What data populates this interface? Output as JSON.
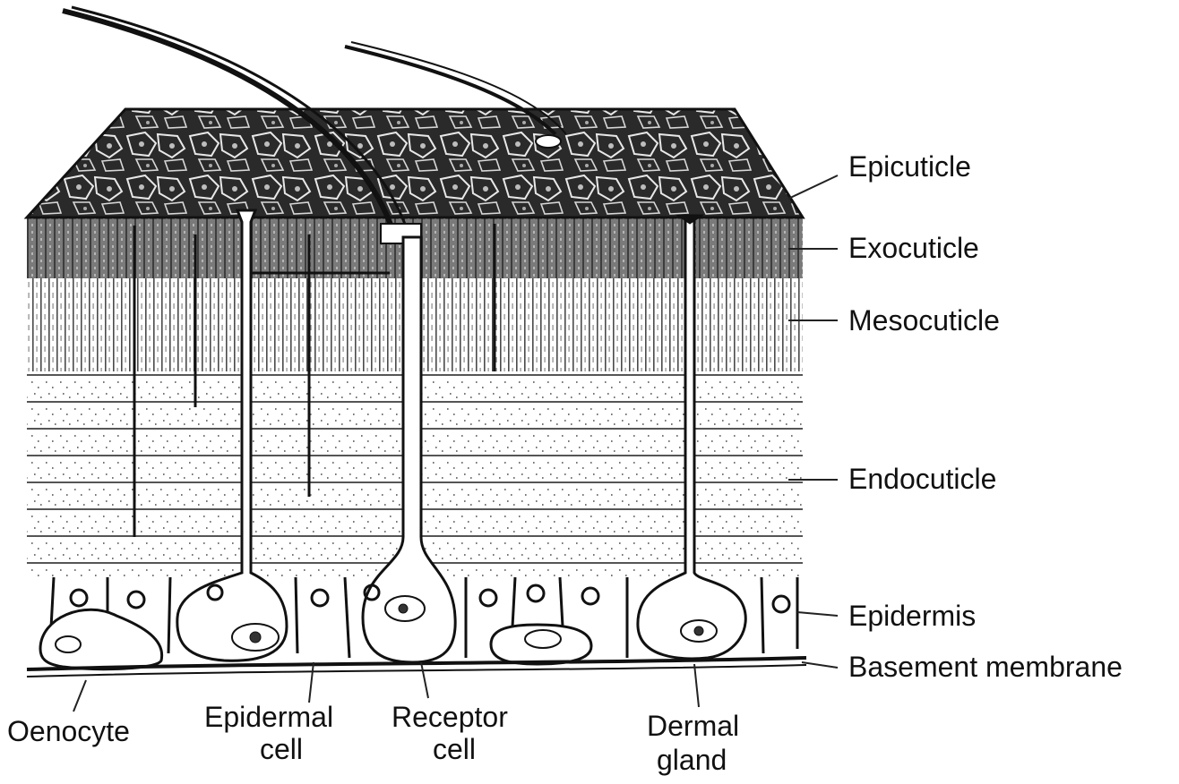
{
  "layer_labels": {
    "epicuticle": "Epicuticle",
    "exocuticle": "Exocuticle",
    "mesocuticle": "Mesocuticle",
    "endocuticle": "Endocuticle",
    "epidermis": "Epidermis",
    "basement_membrane": "Basement membrane"
  },
  "cell_labels": {
    "oenocyte": "Oenocyte",
    "epidermal_cell_line1": "Epidermal",
    "epidermal_cell_line2": "cell",
    "receptor_cell_line1": "Receptor",
    "receptor_cell_line2": "cell",
    "dermal_gland_line1": "Dermal",
    "dermal_gland_line2": "gland"
  },
  "colors": {
    "ink": "#111111",
    "epicuticle_fill": "#2a2a2a",
    "exocuticle_fill": "#6e6e6e",
    "paper": "#ffffff"
  }
}
